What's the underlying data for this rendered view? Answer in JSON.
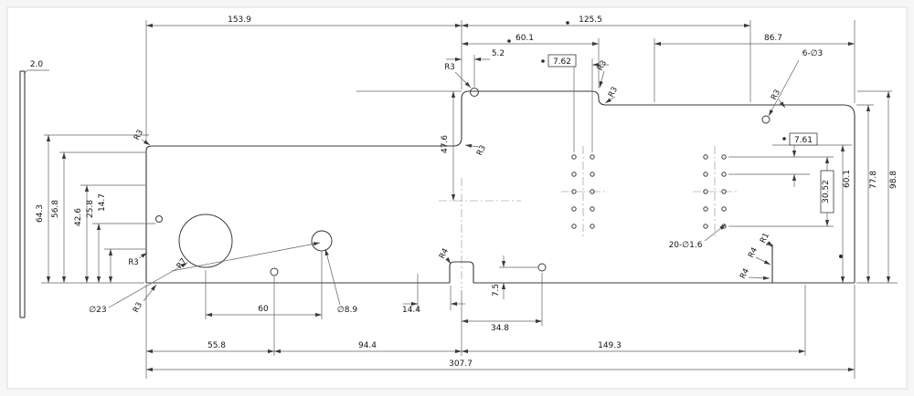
{
  "drawing": {
    "labels": {
      "dim_153_9": "153.9",
      "dim_125_5": "125.5",
      "dim_60_1_top": "60.1",
      "dim_86_7": "86.7",
      "dim_5_2": "5.2",
      "basic_7_62": "7.62",
      "holes_6_d3": "6-∅3",
      "dim_2_0": "2.0",
      "dim_47_6": "47.6",
      "dim_64_3": "64.3",
      "dim_56_8": "56.8",
      "dim_42_6": "42.6",
      "dim_25_8": "25.8",
      "dim_14_7": "14.7",
      "dim_60_1_right": "60.1",
      "dim_77_8": "77.8",
      "dim_98_8": "98.8",
      "basic_7_61": "7.61",
      "basic_30_52": "30.52",
      "dia_23": "∅23",
      "dim_60": "60",
      "dia_8_9": "∅8.9",
      "dim_14_4": "14.4",
      "dim_7_5": "7.5",
      "dim_34_8": "34.8",
      "holes_20_d1_6": "20-∅1.6",
      "dim_55_8": "55.8",
      "dim_94_4": "94.4",
      "dim_149_3": "149.3",
      "dim_307_7": "307.7",
      "r1": "R1",
      "r3": "R3",
      "r4": "R4",
      "r7": "R7"
    },
    "colors": {
      "outline": "#3a3a3a",
      "dimension": "#606060",
      "background": "#ffffff"
    }
  }
}
